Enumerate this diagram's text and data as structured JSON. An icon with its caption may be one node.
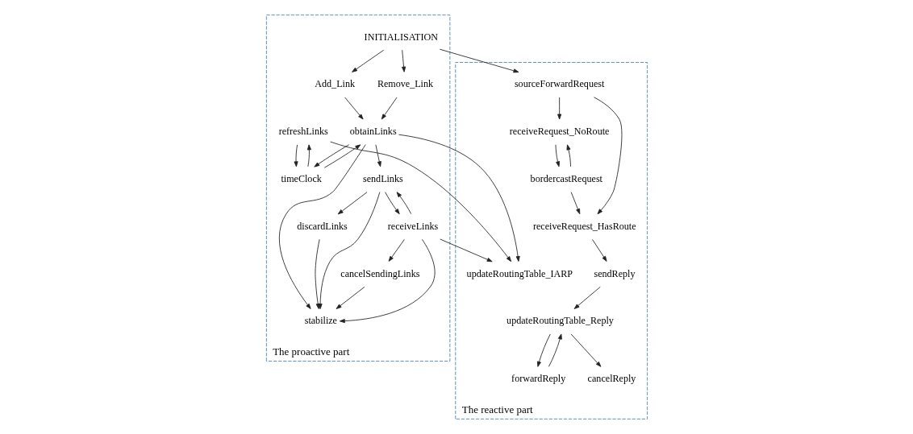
{
  "diagram": {
    "nodes": [
      {
        "text": [
          "The proactive part"
        ]
      },
      {
        "text": [
          "The reactive part"
        ]
      },
      {
        "text": [
          "INITIALISATION"
        ],
        "in": 0
      },
      {
        "text": [
          "Add_Link"
        ],
        "in": 0
      },
      {
        "text": [
          "Remove_Link"
        ],
        "in": 0
      },
      {
        "text": [
          "obtainLinks"
        ],
        "in": 0
      },
      {
        "text": [
          "discardLinks"
        ],
        "in": 0
      },
      {
        "text": [
          "sendLinks"
        ],
        "in": 0
      },
      {
        "text": [
          "stabilize"
        ],
        "in": 0
      },
      {
        "text": [
          "refreshLinks"
        ],
        "in": 0
      },
      {
        "text": [
          "receiveLinks"
        ],
        "in": 0
      },
      {
        "text": [
          "cancelSendingLinks"
        ],
        "in": 0
      },
      {
        "text": [
          "timeClock"
        ],
        "in": 0
      },
      {
        "text": [
          "updateRoutingTable_IARP"
        ],
        "in": 1
      },
      {
        "text": [
          "sourceForwardRequest"
        ],
        "in": 1
      },
      {
        "text": [
          "receiveRequest_HasRoute"
        ],
        "in": 1
      },
      {
        "text": [
          "receiveRequest_NoRoute"
        ],
        "in": 1
      },
      {
        "text": [
          "sendReply"
        ],
        "in": 1
      },
      {
        "text": [
          "updateRoutingTable_Reply"
        ],
        "in": 1
      },
      {
        "text": [
          "bordercastRequest"
        ],
        "in": 1
      },
      {
        "text": [
          "forwardReply"
        ],
        "in": 1
      },
      {
        "text": [
          "cancelReply"
        ],
        "in": 1
      }
    ],
    "edges": [
      {
        "from": 2,
        "to": 3,
        "arrow": "to"
      },
      {
        "from": 2,
        "to": 4,
        "arrow": "to"
      },
      {
        "from": 2,
        "to": 14,
        "arrow": "to"
      },
      {
        "from": 3,
        "to": 5,
        "arrow": "to"
      },
      {
        "from": 4,
        "to": 5,
        "arrow": "to"
      },
      {
        "from": 12,
        "to": 5,
        "arrow": "to"
      },
      {
        "from": 12,
        "to": 9,
        "arrow": "to"
      },
      {
        "from": 5,
        "to": 12,
        "arrow": "to"
      },
      {
        "from": 9,
        "to": 12,
        "arrow": "to"
      },
      {
        "from": 5,
        "to": 7,
        "arrow": "to"
      },
      {
        "from": 5,
        "to": 8,
        "arrow": "to"
      },
      {
        "from": 5,
        "to": 13,
        "arrow": "to"
      },
      {
        "from": 9,
        "to": 13,
        "arrow": "to"
      },
      {
        "from": 6,
        "to": 8,
        "arrow": "to"
      },
      {
        "from": 7,
        "to": 6,
        "arrow": "to"
      },
      {
        "from": 7,
        "to": 8,
        "arrow": "to"
      },
      {
        "from": 7,
        "to": 10,
        "arrow": "to"
      },
      {
        "from": 10,
        "to": 7,
        "arrow": "to"
      },
      {
        "from": 10,
        "to": 8,
        "arrow": "to"
      },
      {
        "from": 10,
        "to": 11,
        "arrow": "to"
      },
      {
        "from": 10,
        "to": 13,
        "arrow": "to"
      },
      {
        "from": 11,
        "to": 8,
        "arrow": "to"
      },
      {
        "from": 14,
        "to": 15,
        "arrow": "to"
      },
      {
        "from": 14,
        "to": 16,
        "arrow": "to"
      },
      {
        "from": 16,
        "to": 19,
        "arrow": "to"
      },
      {
        "from": 19,
        "to": 16,
        "arrow": "to"
      },
      {
        "from": 19,
        "to": 15,
        "arrow": "to"
      },
      {
        "from": 15,
        "to": 17,
        "arrow": "to"
      },
      {
        "from": 17,
        "to": 18,
        "arrow": "to"
      },
      {
        "from": 18,
        "to": 20,
        "arrow": "to"
      },
      {
        "from": 18,
        "to": 21,
        "arrow": "to"
      },
      {
        "from": 20,
        "to": 18,
        "arrow": "to"
      }
    ]
  }
}
